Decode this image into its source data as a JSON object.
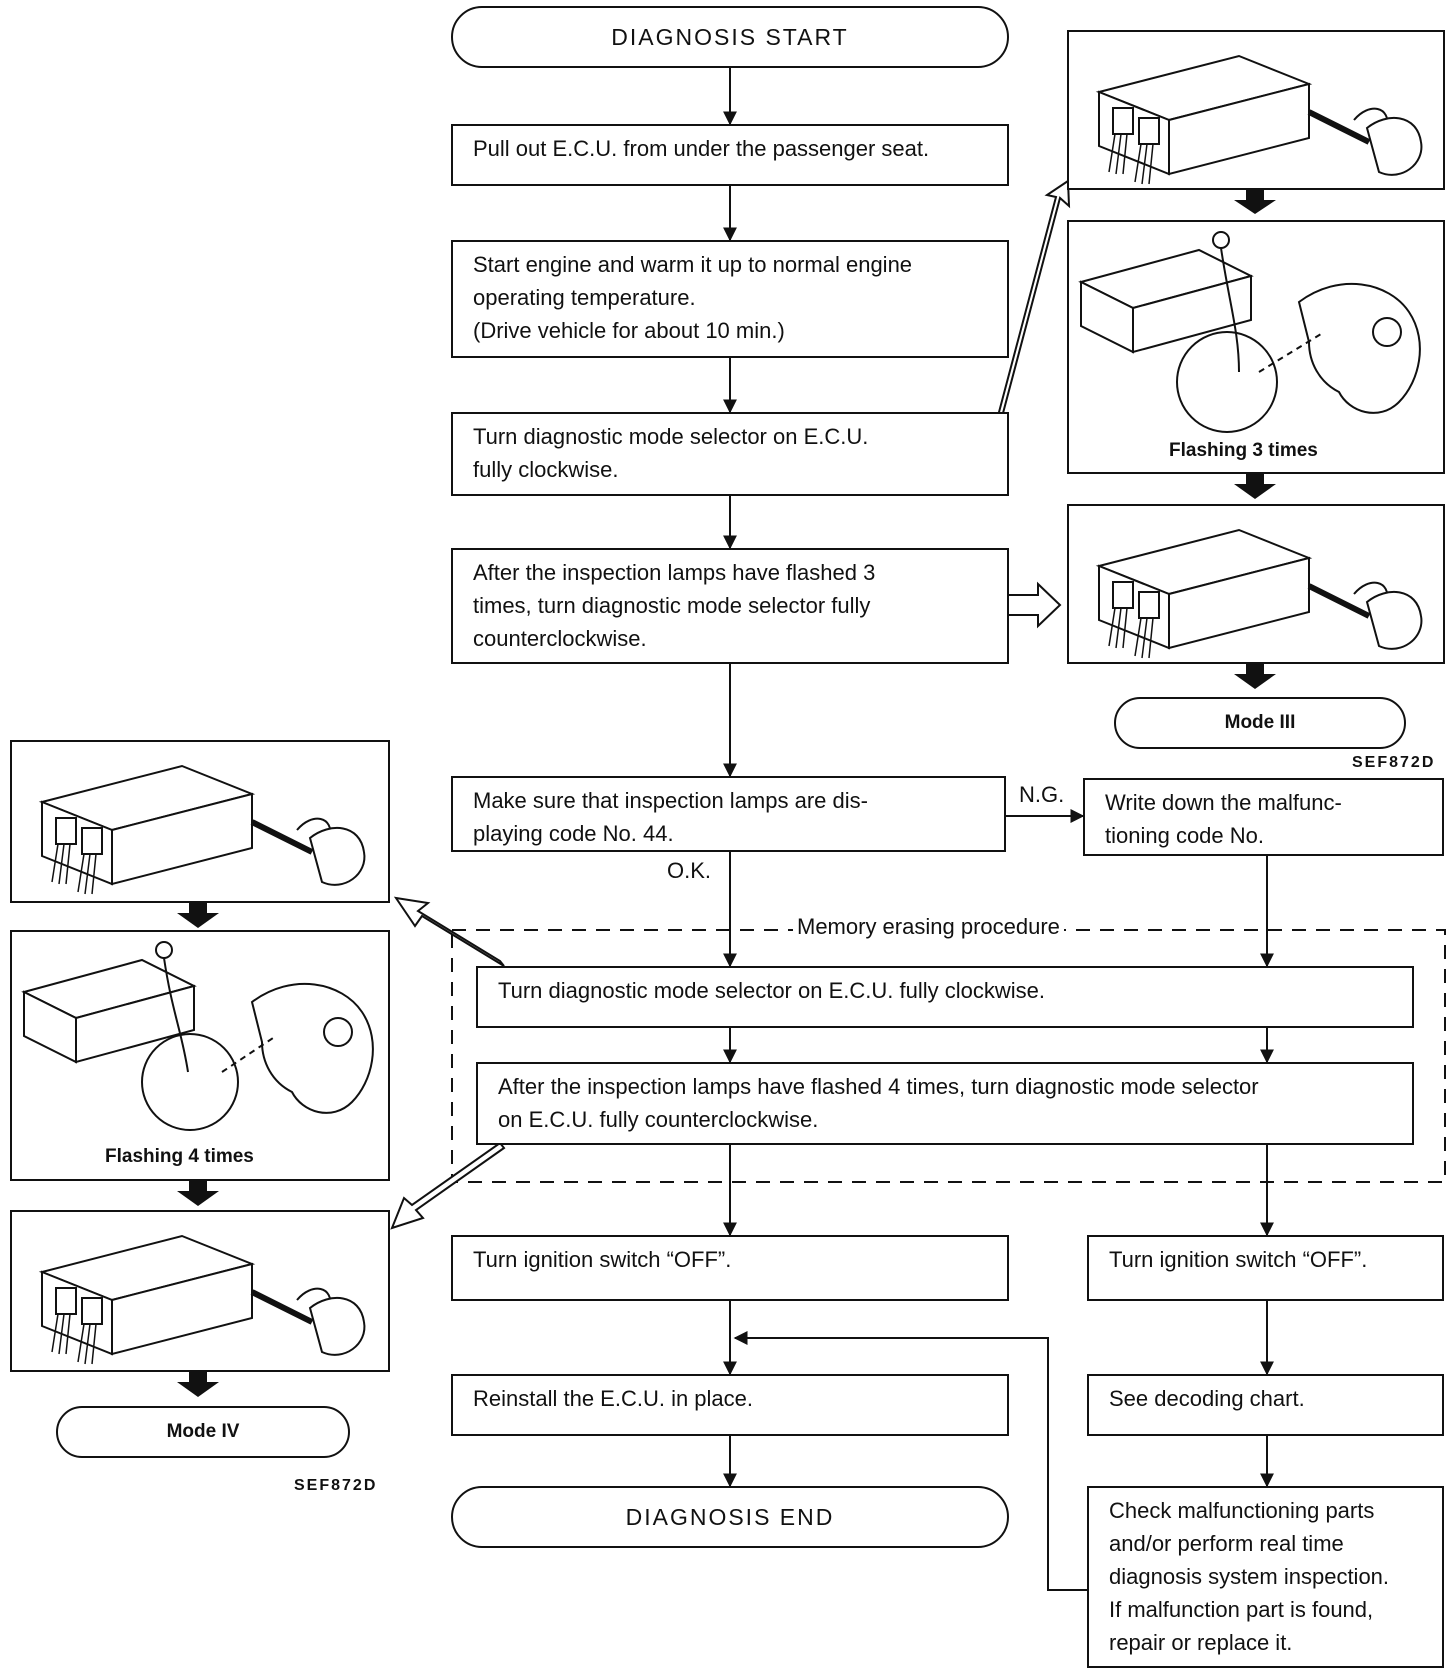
{
  "flow": {
    "start": "DIAGNOSIS START",
    "end": "DIAGNOSIS END",
    "step1": "Pull out E.C.U. from under the passenger seat.",
    "step2": [
      "Start engine and warm it up to normal engine",
      "operating temperature.",
      "(Drive vehicle for about 10 min.)"
    ],
    "step3": [
      "Turn diagnostic mode selector on E.C.U.",
      "fully clockwise."
    ],
    "step4": [
      "After the inspection lamps have flashed 3",
      "times, turn diagnostic mode selector fully",
      "counterclockwise."
    ],
    "step5": [
      "Make sure that inspection lamps are dis-",
      "playing code No. 44."
    ],
    "ng_label": "N.G.",
    "ok_label": "O.K.",
    "ng_step": [
      "Write down the malfunc-",
      "tioning code No."
    ],
    "memory_label": "Memory erasing procedure",
    "mem1": "Turn diagnostic mode selector on E.C.U. fully clockwise.",
    "mem2": [
      "After the inspection lamps have flashed 4 times, turn diagnostic mode selector",
      "on E.C.U. fully counterclockwise."
    ],
    "ign_left": "Turn ignition switch “OFF”.",
    "ign_right": "Turn ignition switch “OFF”.",
    "reinstall": "Reinstall the E.C.U. in place.",
    "decode": "See decoding chart.",
    "check": [
      "Check malfunctioning parts",
      "and/or perform real time",
      "diagnosis system inspection.",
      "If malfunction part is found,",
      "repair or replace it."
    ]
  },
  "illustrations": {
    "right": {
      "caption": "Flashing 3 times",
      "mode": "Mode III",
      "ref_code": "SEF872D"
    },
    "left": {
      "caption": "Flashing 4 times",
      "mode": "Mode IV",
      "ref_code": "SEF872D"
    }
  }
}
